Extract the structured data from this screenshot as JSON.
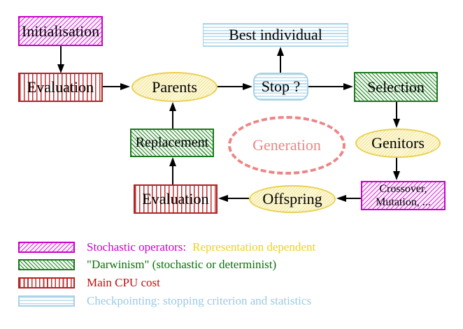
{
  "diagram": {
    "nodes": {
      "initialisation": {
        "label": "Initialisation"
      },
      "evaluation_top": {
        "label": "Evaluation"
      },
      "parents": {
        "label": "Parents"
      },
      "stop": {
        "label": "Stop ?"
      },
      "best_individual": {
        "label": "Best individual"
      },
      "selection": {
        "label": "Selection"
      },
      "genitors": {
        "label": "Genitors"
      },
      "replacement": {
        "label": "Replacement"
      },
      "generation": {
        "label": "Generation"
      },
      "evaluation_bottom": {
        "label": "Evaluation"
      },
      "offspring": {
        "label": "Offspring"
      },
      "crossover": {
        "line1": "Crossover,",
        "line2": "Mutation, ..."
      }
    },
    "legend": {
      "items": [
        {
          "pattern": "magenta-diagonal-hatch",
          "label": "Stochastic operators:",
          "label2": "Representation dependent"
        },
        {
          "pattern": "green-diagonal-hatch",
          "label": "\"Darwinism\" (stochastic or determinist)"
        },
        {
          "pattern": "red-vertical-stripes",
          "label": "Main CPU cost"
        },
        {
          "pattern": "cyan-horizontal-stripes",
          "label": "Checkpointing: stopping criterion and statistics"
        }
      ]
    },
    "colors": {
      "magenta": "#cc00cc",
      "green": "#067306",
      "red": "#bb1111",
      "cyan": "#99cbe6",
      "yellow_border": "#e8d14f",
      "gold_text": "#f0d020",
      "salmon": "#ec8686"
    }
  }
}
